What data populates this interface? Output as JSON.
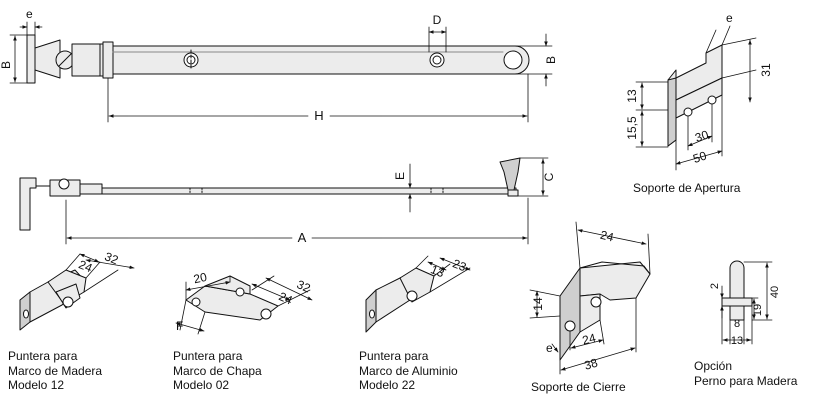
{
  "dimension_letters": {
    "e": "e",
    "b": "B",
    "d": "D",
    "h": "H",
    "e_upper": "E",
    "c": "C",
    "a": "A",
    "f": "F"
  },
  "soporte_apertura": {
    "caption": "Soporte de Apertura",
    "dims": {
      "d31": "31",
      "d13": "13",
      "d15_5": "15,5",
      "d30": "30",
      "d50": "50"
    }
  },
  "modelo12": {
    "caption": [
      "Puntera para",
      "Marco de Madera",
      "Modelo 12"
    ],
    "dims": {
      "d24": "24",
      "d32": "32"
    }
  },
  "modelo02": {
    "caption": [
      "Puntera para",
      "Marco de Chapa",
      "Modelo 02"
    ],
    "dims": {
      "d20": "20",
      "d24": "24",
      "d32": "32"
    }
  },
  "modelo22": {
    "caption": [
      "Puntera para",
      "Marco de Aluminio",
      "Modelo 22"
    ],
    "dims": {
      "d13": "13",
      "d23": "23"
    }
  },
  "soporte_cierre": {
    "caption": "Soporte de Cierre",
    "dims": {
      "d24_top": "24",
      "d14": "14",
      "d24_bottom": "24",
      "d38": "38"
    }
  },
  "opcion": {
    "caption": [
      "Opción",
      "Perno para Madera"
    ],
    "dims": {
      "d2": "2",
      "d40": "40",
      "d19": "19",
      "d8": "8",
      "d13": "13"
    }
  },
  "colors": {
    "line": "#111111",
    "part_fill": "#ececec",
    "shade": "#cfcfcf"
  }
}
